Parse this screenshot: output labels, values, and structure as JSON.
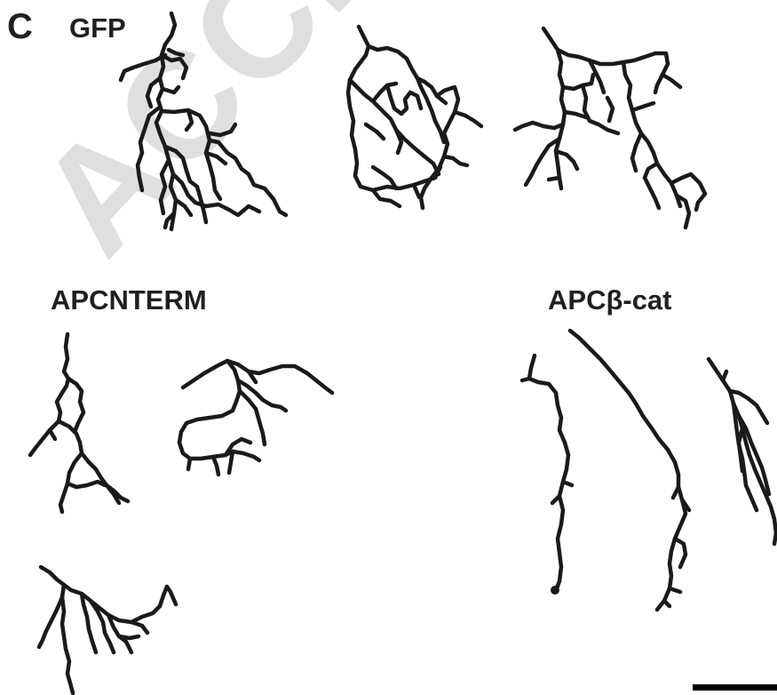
{
  "panel": {
    "letter": "C",
    "watermark": "ACCEPTED"
  },
  "groups": {
    "gfp": {
      "label": "GFP"
    },
    "apc_nterm": {
      "label": "APCNTERM"
    },
    "apc_bcat": {
      "label": "APCβ-cat"
    }
  },
  "colors": {
    "trace": "#1a1a1a",
    "label": "#231f20",
    "watermark": "#dcdcdc",
    "background": "#ffffff"
  }
}
